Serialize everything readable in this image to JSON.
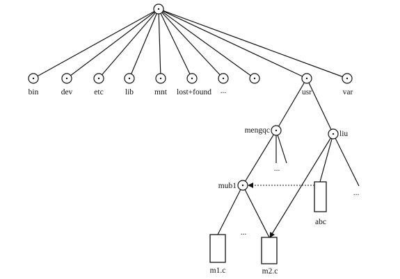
{
  "tree": {
    "root_children": [
      "bin",
      "dev",
      "etc",
      "lib",
      "mnt",
      "lost+found",
      "...",
      "",
      "usr",
      "var"
    ],
    "usr_children": [
      "mengqc",
      "liu"
    ],
    "mengqc_children": [
      "mub1",
      "..."
    ],
    "liu_children": [
      "abc",
      "..."
    ],
    "mub1_children": [
      "m1.c",
      "...",
      "m2.c"
    ]
  }
}
